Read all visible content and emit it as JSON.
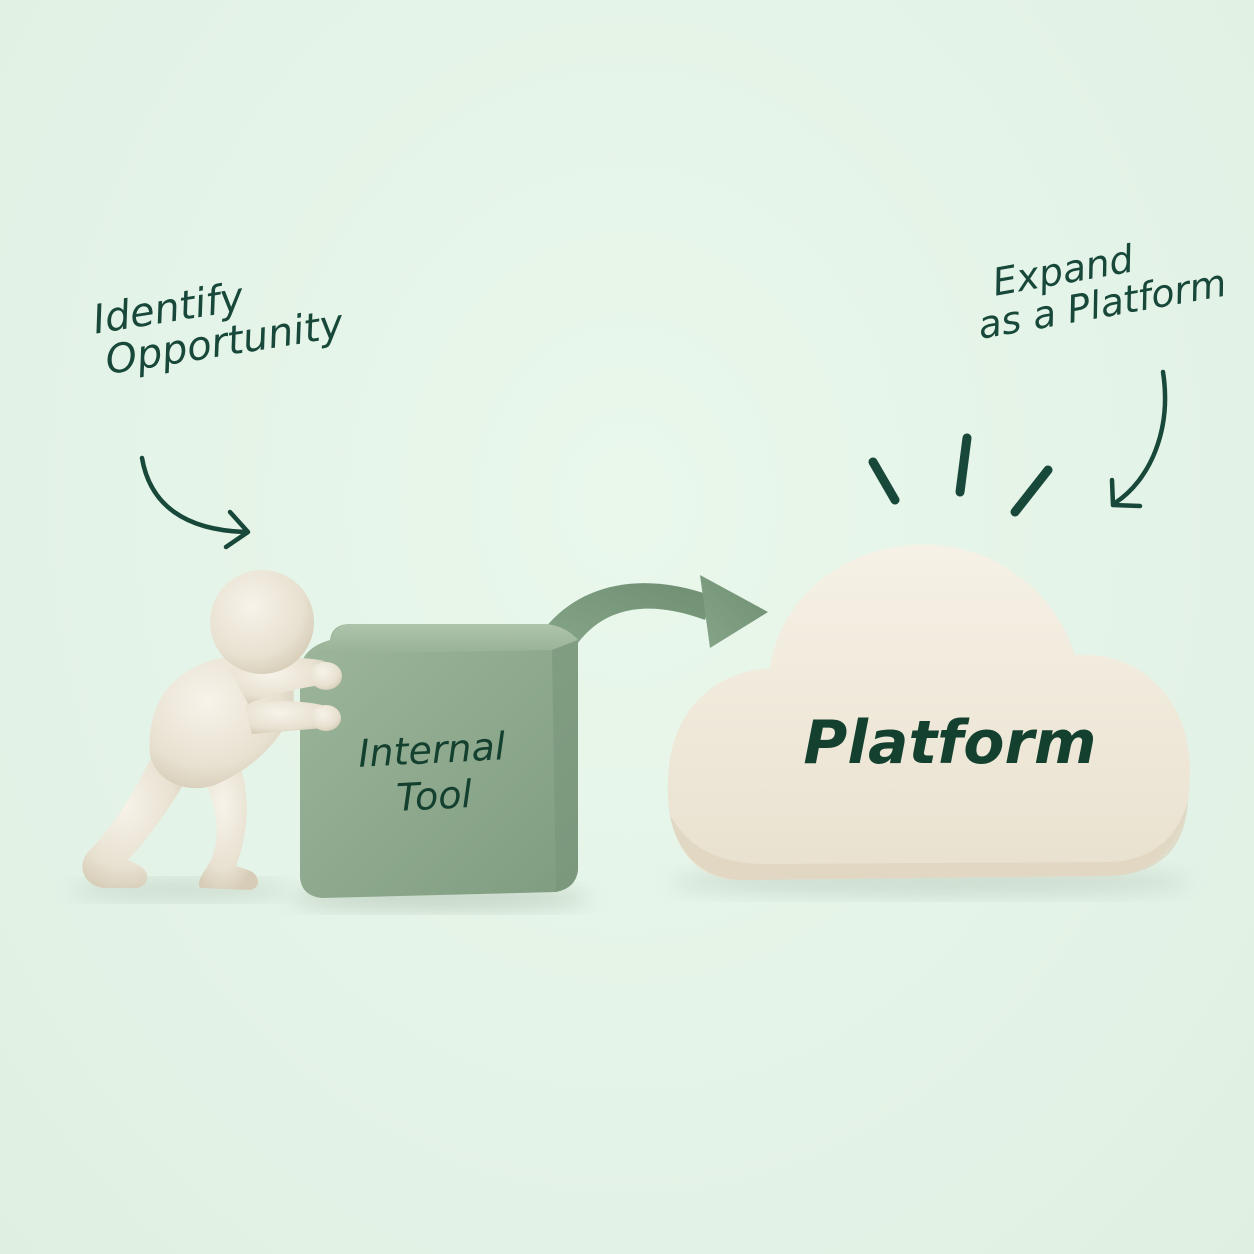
{
  "annotations": {
    "left_line1": "Identify",
    "left_line2": "Opportunity",
    "right_line1": "Expand",
    "right_line2": "as a Platform"
  },
  "box": {
    "line1": "Internal",
    "line2": "Tool",
    "color": "#8fac8e"
  },
  "cloud": {
    "label": "Platform",
    "color": "#f2ecdf"
  },
  "colors": {
    "background": "#e6f5e9",
    "ink": "#17483a",
    "figure": "#ece6d8",
    "arrow": "#7f9e82"
  },
  "icons": {
    "figure": "person-pushing-icon",
    "flow_arrow": "curved-arrow-icon",
    "sparkle": "burst-lines-icon"
  }
}
